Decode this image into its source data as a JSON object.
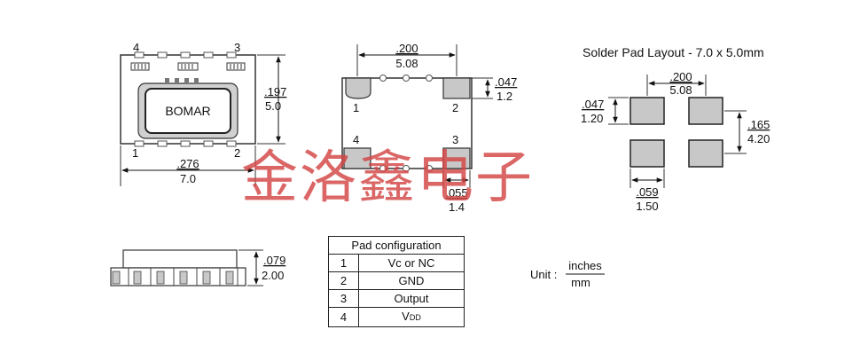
{
  "top_view": {
    "pin_4": "4",
    "pin_3": "3",
    "pin_1": "1",
    "pin_2": "2",
    "brand": "BOMAR",
    "width_in": ".276",
    "width_mm": "7.0",
    "height_in": ".197",
    "height_mm": "5.0"
  },
  "bottom_view": {
    "pin_1": "1",
    "pin_2": "2",
    "pin_3": "3",
    "pin_4": "4",
    "pitch_in": ".200",
    "pitch_mm": "5.08",
    "pad_h_in": ".047",
    "pad_h_mm": "1.2",
    "pad_w_in": ".055",
    "pad_w_mm": "1.4"
  },
  "solder_layout": {
    "title": "Solder Pad Layout - 7.0 x 5.0mm",
    "pitch_x_in": ".200",
    "pitch_x_mm": "5.08",
    "pad_h_in": ".047",
    "pad_h_mm": "1.20",
    "pitch_y_in": ".165",
    "pitch_y_mm": "4.20",
    "pad_w_in": ".059",
    "pad_w_mm": "1.50"
  },
  "side_view": {
    "height_in": ".079",
    "height_mm": "2.00"
  },
  "pad_table": {
    "header": "Pad configuration",
    "rows": [
      {
        "pad": "1",
        "function": "Vc or NC"
      },
      {
        "pad": "2",
        "function": "GND"
      },
      {
        "pad": "3",
        "function": "Output"
      },
      {
        "pad": "4",
        "function_main": "V",
        "function_sub": "DD"
      }
    ]
  },
  "units": {
    "prefix": "Unit :",
    "numerator": "inches",
    "denominator": "mm"
  },
  "watermark": "金洛鑫电子"
}
